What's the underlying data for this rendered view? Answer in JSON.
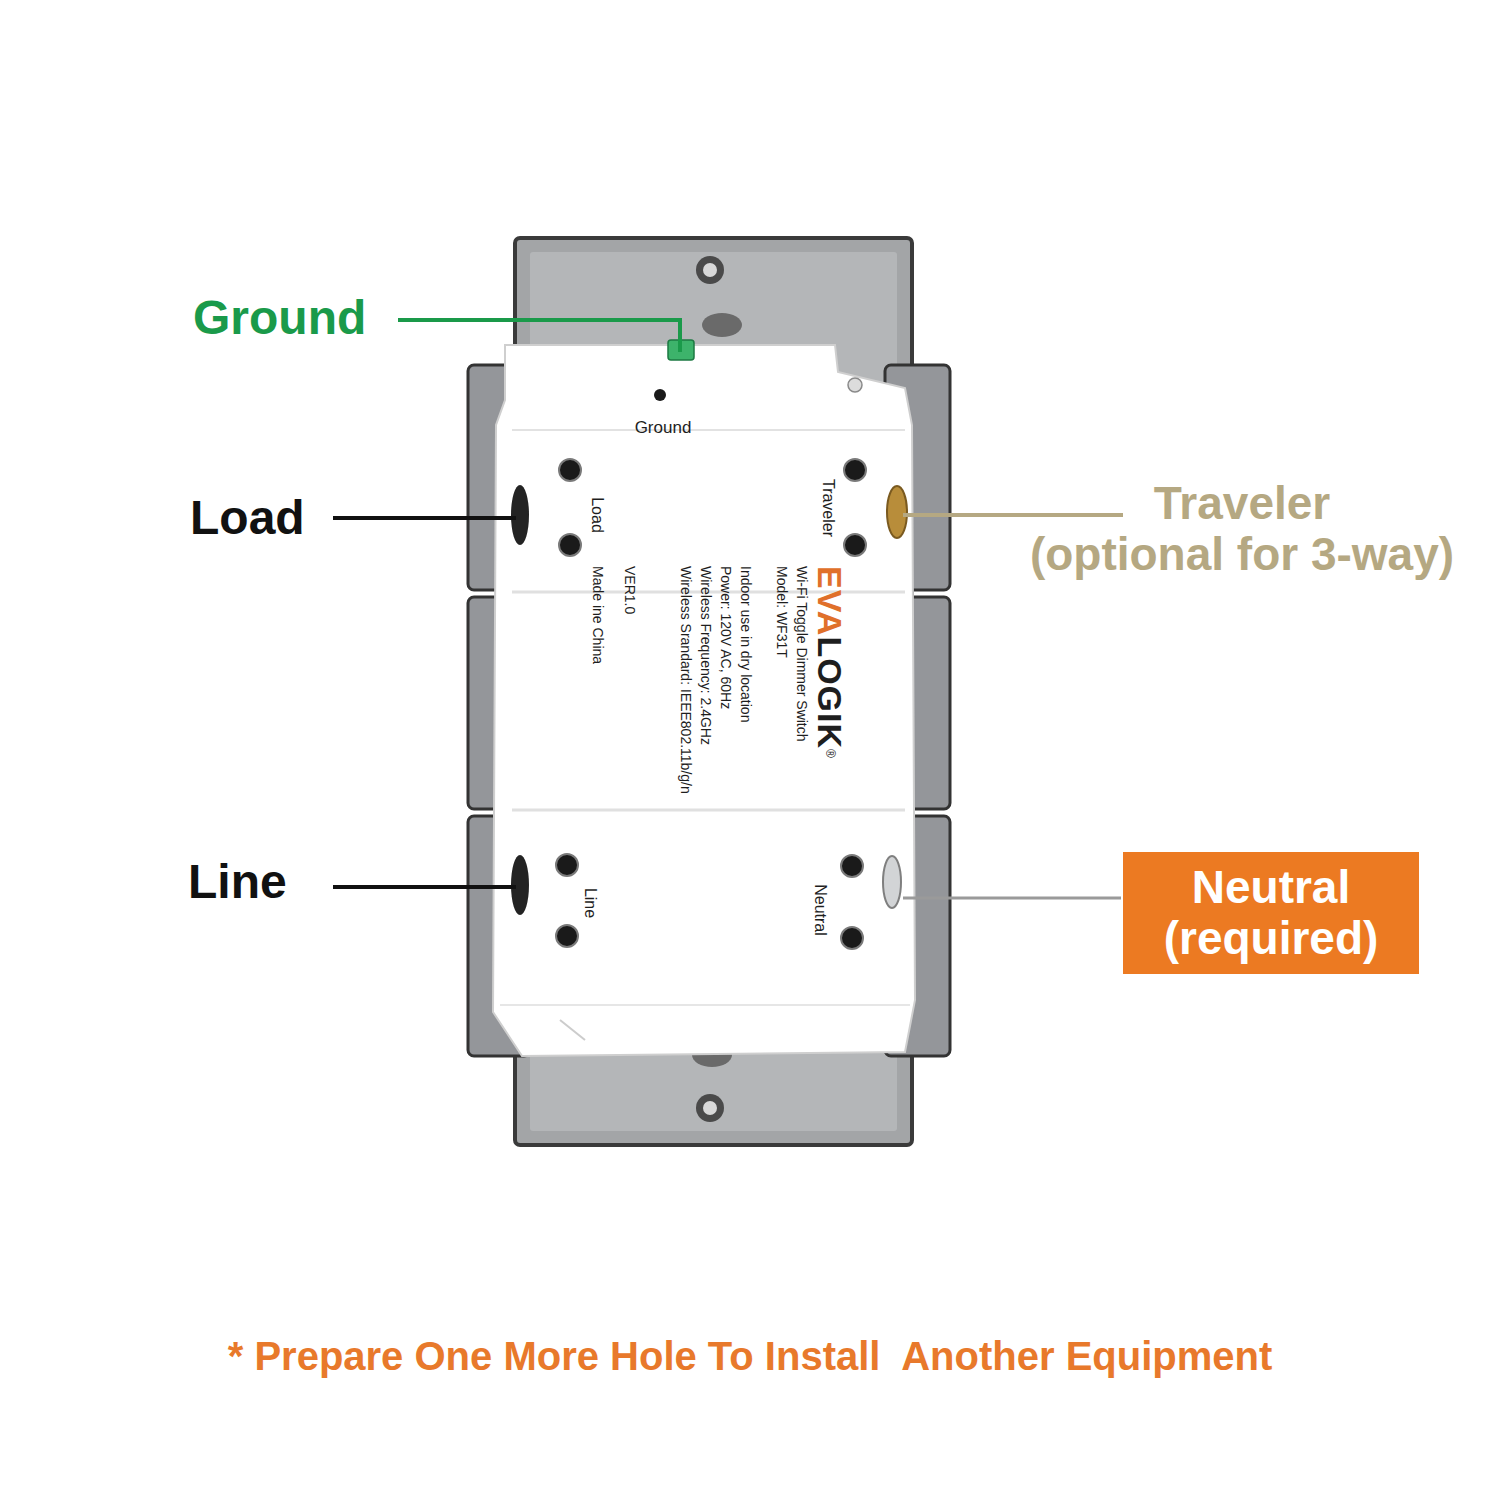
{
  "diagram": {
    "caption": "* Prepare One More Hole To Install  Another Equipment",
    "nodes": [
      {
        "text": [
          "Neutral",
          "(required)"
        ]
      }
    ],
    "labels": [
      "Ground",
      "Load",
      "Traveler",
      "(optional for 3-way)",
      "Line",
      "Ground",
      "Load",
      "Traveler",
      "Line",
      "Neutral",
      "EVA",
      "LOGIK",
      "®",
      "Wi-Fi Toggle Dimmer Switch",
      "Model: WF31T",
      "Indoor use in dry location",
      "Power: 120V AC, 60Hz",
      "Wireless Frequency: 2.4GHz",
      "Wireless Srandard: IEEE802.11b/g/n",
      "VER1.0",
      "Made ine China"
    ]
  }
}
